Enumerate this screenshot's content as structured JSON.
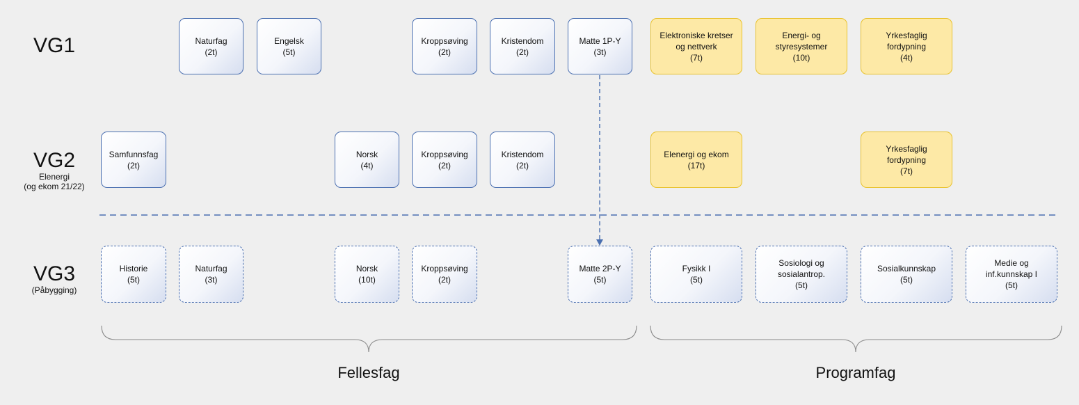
{
  "rows": {
    "vg1": {
      "title": "VG1",
      "sub": ""
    },
    "vg2": {
      "title": "VG2",
      "sub": "Elenergi",
      "sub2": "(og ekom 21/22)"
    },
    "vg3": {
      "title": "VG3",
      "sub": "(Påbygging)"
    }
  },
  "vg1": {
    "naturfag": {
      "name": "Naturfag",
      "hours": "(2t)"
    },
    "engelsk": {
      "name": "Engelsk",
      "hours": "(5t)"
    },
    "kroppsoving": {
      "name": "Kroppsøving",
      "hours": "(2t)"
    },
    "kristendom": {
      "name": "Kristendom",
      "hours": "(2t)"
    },
    "matte": {
      "name": "Matte 1P-Y",
      "hours": "(3t)"
    },
    "elektronikk": {
      "line1": "Elektroniske kretser",
      "line2": "og nettverk",
      "hours": "(7t)"
    },
    "energi": {
      "line1": "Energi- og",
      "line2": "styresystemer",
      "hours": "(10t)"
    },
    "yrkesfaglig": {
      "line1": "Yrkesfaglig",
      "line2": "fordypning",
      "hours": "(4t)"
    }
  },
  "vg2": {
    "samfunnsfag": {
      "name": "Samfunnsfag",
      "hours": "(2t)"
    },
    "norsk": {
      "name": "Norsk",
      "hours": "(4t)"
    },
    "kroppsoving": {
      "name": "Kroppsøving",
      "hours": "(2t)"
    },
    "kristendom": {
      "name": "Kristendom",
      "hours": "(2t)"
    },
    "elenergi": {
      "name": "Elenergi og ekom",
      "hours": "(17t)"
    },
    "yrkesfaglig": {
      "line1": "Yrkesfaglig",
      "line2": "fordypning",
      "hours": "(7t)"
    }
  },
  "vg3": {
    "historie": {
      "name": "Historie",
      "hours": "(5t)"
    },
    "naturfag": {
      "name": "Naturfag",
      "hours": "(3t)"
    },
    "norsk": {
      "name": "Norsk",
      "hours": "(10t)"
    },
    "kroppsoving": {
      "name": "Kroppsøving",
      "hours": "(2t)"
    },
    "matte": {
      "name": "Matte 2P-Y",
      "hours": "(5t)"
    },
    "fysikk": {
      "name": "Fysikk I",
      "hours": "(5t)"
    },
    "sosiologi": {
      "line1": "Sosiologi og",
      "line2": "sosialantrop.",
      "hours": "(5t)"
    },
    "sosialkunnskap": {
      "name": "Sosialkunnskap",
      "hours": "(5t)"
    },
    "medie": {
      "line1": "Medie og",
      "line2": "inf.kunnskap I",
      "hours": "(5t)"
    }
  },
  "groups": {
    "fellesfag": "Fellesfag",
    "programfag": "Programfag"
  },
  "colors": {
    "blue_border": "#4a6fb0",
    "yellow_fill": "#fde9a6",
    "yellow_border": "#e8c22e",
    "background": "#efefef"
  }
}
